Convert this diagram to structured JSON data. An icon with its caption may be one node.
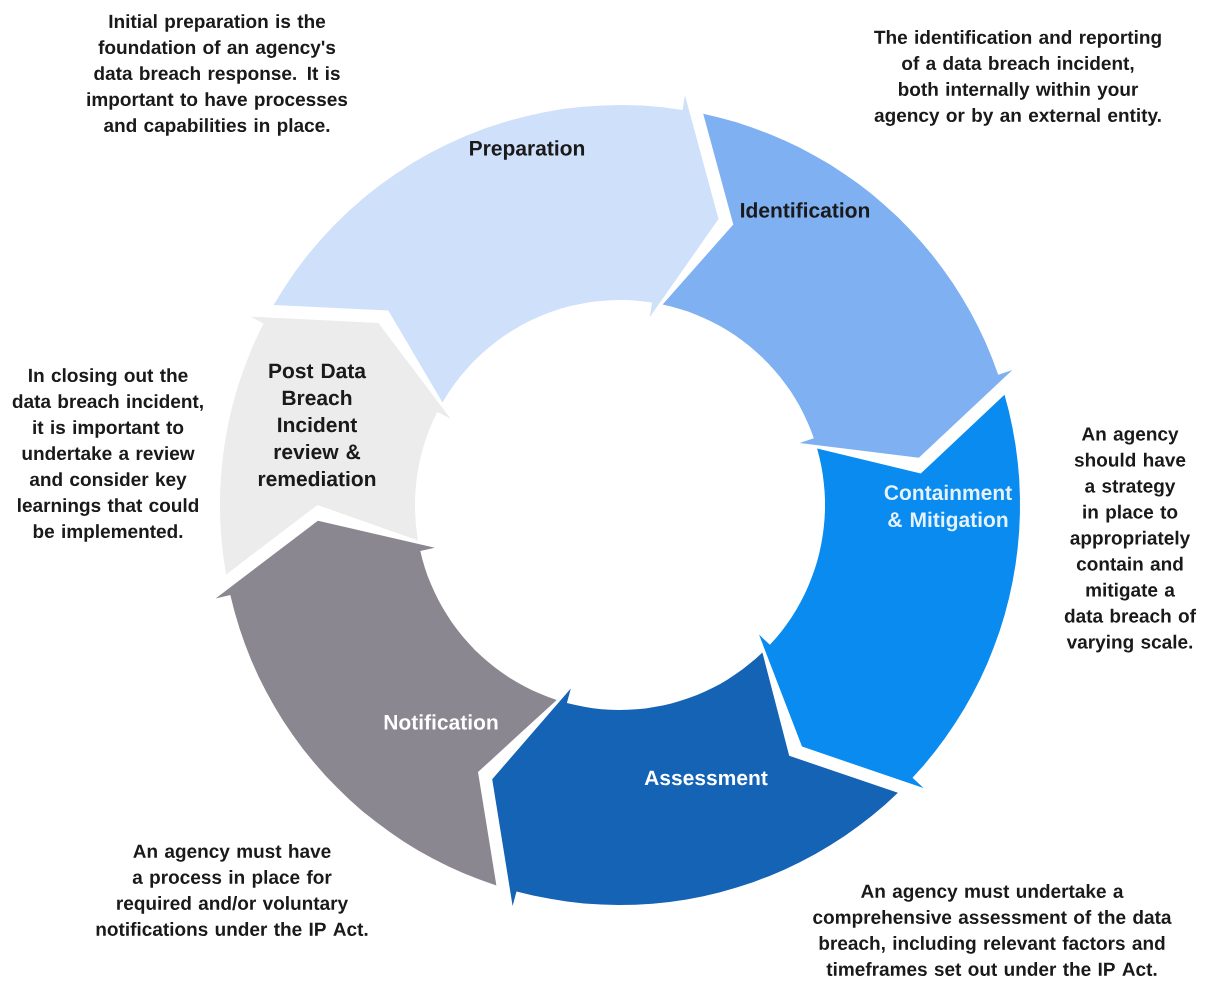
{
  "diagram": {
    "nodes": [
      {
        "text": [
          "Preparation"
        ],
        "beside": [
          "Initial preparation is the foundation of an agency's data breach response. It is important to have processes and capabilities in place."
        ]
      },
      {
        "text": [
          "Identification"
        ],
        "beside": [
          "The identification and reporting of a data breach incident, both internally within your agency or by an external entity."
        ]
      },
      {
        "text": [
          "Containment & Mitigation"
        ],
        "beside": [
          "An agency should have a strategy in place to appropriately contain and mitigate a data breach of varying scale."
        ]
      },
      {
        "text": [
          "Assessment"
        ],
        "beside": [
          "An agency must undertake a comprehensive assessment of the data breach, including relevant factors and timeframes set out under the IP Act."
        ]
      },
      {
        "text": [
          "Notification"
        ],
        "beside": [
          "An agency must have a process in place for required and/or voluntary notifications under the IP Act."
        ]
      },
      {
        "text": [
          "Post Data Breach Incident review & remediation"
        ],
        "beside": [
          "In closing out the data breach incident, it is important to undertake a review and consider key learnings that could be implemented."
        ]
      }
    ]
  }
}
